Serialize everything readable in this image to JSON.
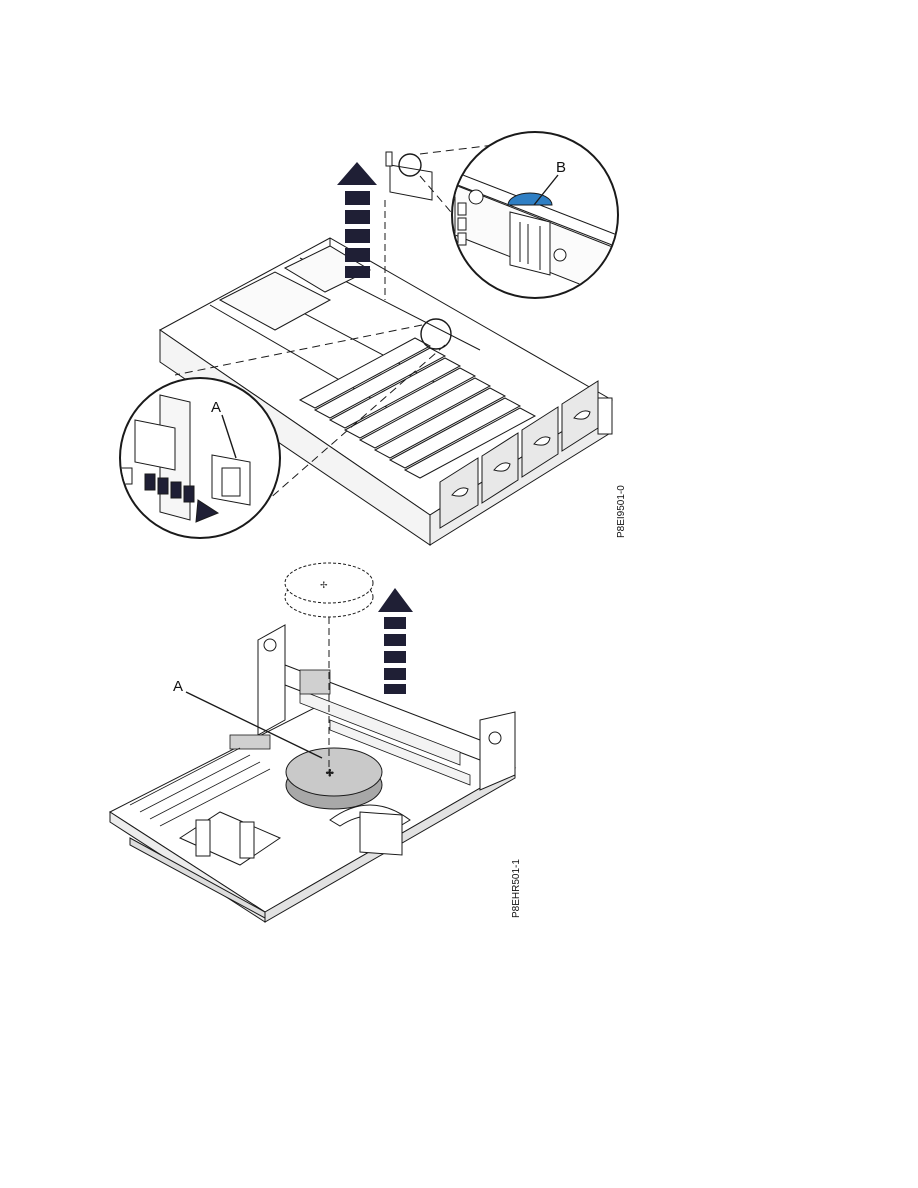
{
  "figure_top": {
    "callout_a": "A",
    "callout_b": "B",
    "figure_code": "P8EI9501-0"
  },
  "figure_bottom": {
    "callout_a": "A",
    "figure_code": "P8EHR501-1"
  },
  "colors": {
    "line": "#1a1a1a",
    "arrow": "#1f1f35",
    "latch_blue": "#2f7fc4",
    "battery_gray": "#c9c9c9"
  }
}
